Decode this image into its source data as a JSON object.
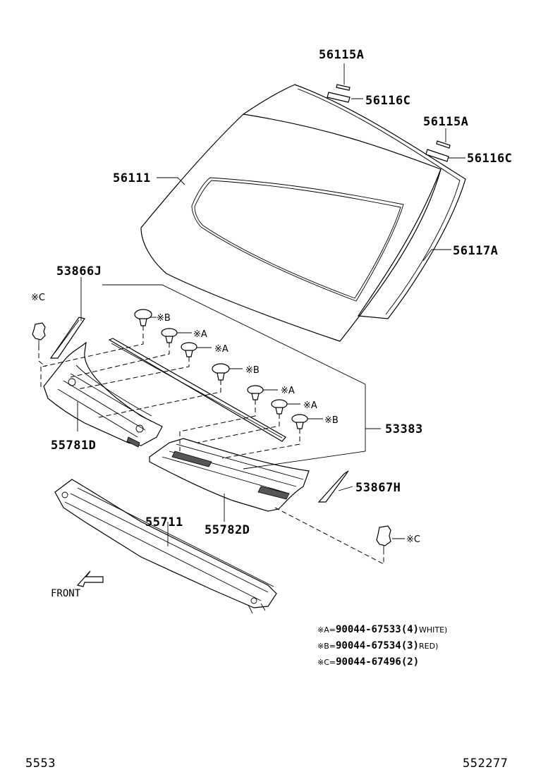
{
  "parts": {
    "p56115a_top": "56115A",
    "p56116c_top": "56116C",
    "p56115a_right": "56115A",
    "p56116c_right": "56116C",
    "p56111": "56111",
    "p56117a": "56117A",
    "p53866j": "53866J",
    "p53383": "53383",
    "p55781d": "55781D",
    "p53867h": "53867H",
    "p55711": "55711",
    "p55782d": "55782D"
  },
  "clip_refs": {
    "c_left": "※C",
    "b1": "※B",
    "a1": "※A",
    "a2": "※A",
    "b2": "※B",
    "a3": "※A",
    "a4": "※A",
    "b3": "※B",
    "c_right": "※C"
  },
  "legend": [
    {
      "key": "※A=",
      "part_no": "90044-67533",
      "qty": "(4)",
      "color": "WHITE)"
    },
    {
      "key": "※B=",
      "part_no": "90044-67534",
      "qty": "(3)",
      "color": "RED)"
    },
    {
      "key": "※C=",
      "part_no": "90044-67496",
      "qty": "(2)",
      "color": ""
    }
  ],
  "front_label": "FRONT",
  "footer": {
    "left": "5553",
    "right": "552277"
  }
}
